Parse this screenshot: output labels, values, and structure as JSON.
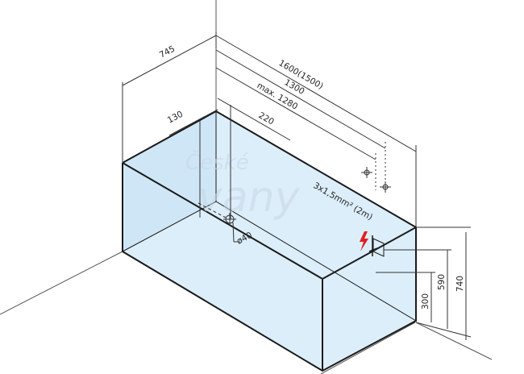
{
  "watermark": {
    "line1": "České",
    "line2": "vany"
  },
  "dimensions": {
    "depth": "745",
    "length_total": "1600(1500)",
    "length_inner": "1300",
    "length_max": "max. 1280",
    "drain_offset_x": "130",
    "drain_offset_y": "220",
    "drain_diameter": "ø40",
    "height_total": "740",
    "height_rim": "590",
    "height_socket": "300"
  },
  "electrical": {
    "cable_spec": "3x1,5mm² (2m)"
  },
  "colors": {
    "tub_fill": "#dceefa",
    "outline": "#1a1a1a",
    "guide": "#555555",
    "power": "#e02020"
  }
}
